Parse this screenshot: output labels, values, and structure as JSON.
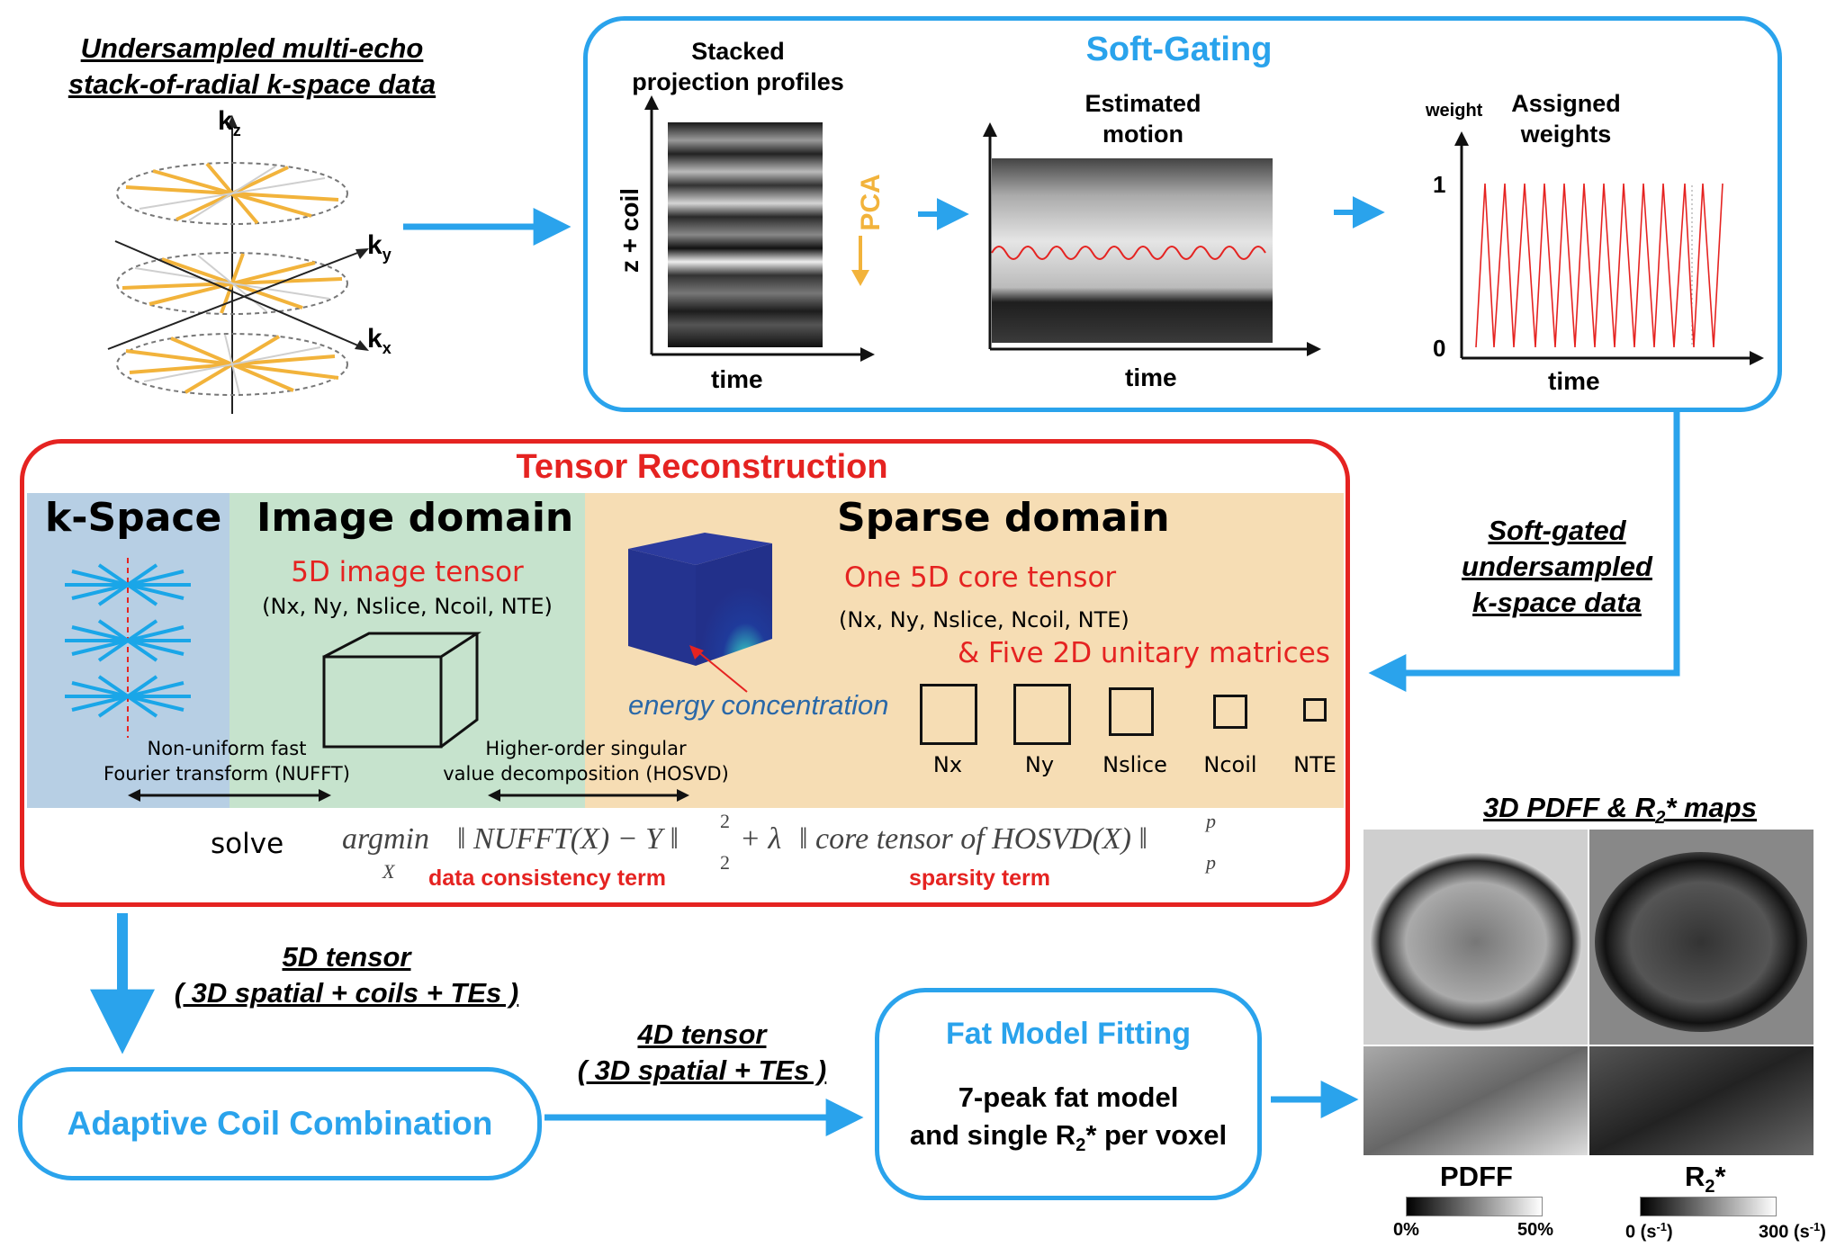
{
  "input": {
    "line1": "Undersampled multi-echo",
    "line2": "stack-of-radial k-space data",
    "kz": "k",
    "kz_sub": "z",
    "ky": "k",
    "ky_sub": "y",
    "kx": "k",
    "kx_sub": "x"
  },
  "soft_gating": {
    "title": "Soft-Gating",
    "stacked_line1": "Stacked",
    "stacked_line2": "projection profiles",
    "y_axis": "z + coil",
    "pca": "PCA",
    "x_axis_1": "time",
    "motion_line1": "Estimated",
    "motion_line2": "motion",
    "x_axis_2": "time",
    "weights_line1": "Assigned",
    "weights_line2": "weights",
    "weight_axis": "weight",
    "w_one": "1",
    "w_zero": "0",
    "x_axis_3": "time"
  },
  "soft_gated": {
    "line1": "Soft-gated",
    "line2": "undersampled",
    "line3": "k-space data"
  },
  "tensor": {
    "title": "Tensor Reconstruction",
    "kspace": "k-Space",
    "image_domain": "Image domain",
    "sparse_domain": "Sparse domain",
    "image_tensor": "5D image tensor",
    "image_dims": "(Nx, Ny, Nslice, Ncoil, NTE)",
    "core_tensor": "One 5D core tensor",
    "core_dims": "(Nx, Ny, Nslice, Ncoil, NTE)",
    "unitary": "& Five 2D unitary matrices",
    "energy": "energy concentration",
    "nufft_line1": "Non-uniform fast",
    "nufft_line2": "Fourier transform (NUFFT)",
    "hosvd_line1": "Higher-order singular",
    "hosvd_line2": "value decomposition (HOSVD)",
    "matrices": [
      "Nx",
      "Ny",
      "Nslice",
      "Ncoil",
      "NTE"
    ],
    "solve": "solve",
    "argmin": "argmin",
    "argmin_sub": "X",
    "term1": "‖ NUFFT(X) − Y ‖",
    "sup2": "2",
    "sub2": "2",
    "plus_lambda": "+ λ",
    "term2": "‖ core tensor of HOSVD(X) ‖",
    "supp": "p",
    "subp": "p",
    "data_term": "data consistency term",
    "sparsity_term": "sparsity term"
  },
  "tensor5d": {
    "line1": "5D tensor",
    "line2": "( 3D spatial + coils + TEs )"
  },
  "tensor4d": {
    "line1": "4D tensor",
    "line2": "( 3D spatial + TEs )"
  },
  "coil": {
    "label": "Adaptive Coil Combination"
  },
  "fat": {
    "title": "Fat Model Fitting",
    "line1": "7-peak fat model",
    "line2_pre": "and single R",
    "line2_sub": "2",
    "line2_post": "* per voxel"
  },
  "maps": {
    "title_pre": "3D PDFF & R",
    "title_sub": "2",
    "title_post": "* maps",
    "pdff": "PDFF",
    "r2_pre": "R",
    "r2_sub": "2",
    "r2_post": "*",
    "pdff_min": "0%",
    "pdff_max": "50%",
    "r2_min": "0 (s",
    "r2_min_sup": "-1",
    "r2_min_close": ")",
    "r2_max": "300 (s",
    "r2_max_sup": "-1",
    "r2_max_close": ")"
  },
  "colors": {
    "accent_blue": "#2aa3ec",
    "accent_red": "#e52321",
    "kspace_bg": "#b7cfe4",
    "image_bg": "#c6e3cd",
    "sparse_bg": "#f6ddb4",
    "radial_orange": "#f2b33b"
  }
}
